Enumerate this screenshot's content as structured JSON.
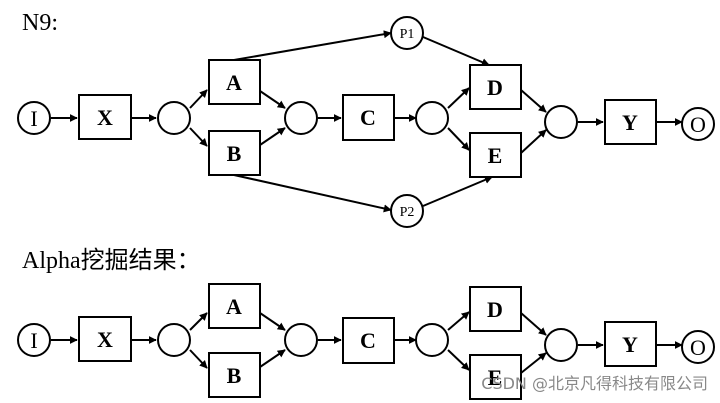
{
  "titles": {
    "n9": "N9:",
    "alpha": "Alpha挖掘结果："
  },
  "labels": {
    "I": "I",
    "X": "X",
    "A": "A",
    "B": "B",
    "C": "C",
    "D": "D",
    "E": "E",
    "Y": "Y",
    "O": "O",
    "P1": "P1",
    "P2": "P2"
  },
  "watermark": "CSDN @北京凡得科技有限公司"
}
